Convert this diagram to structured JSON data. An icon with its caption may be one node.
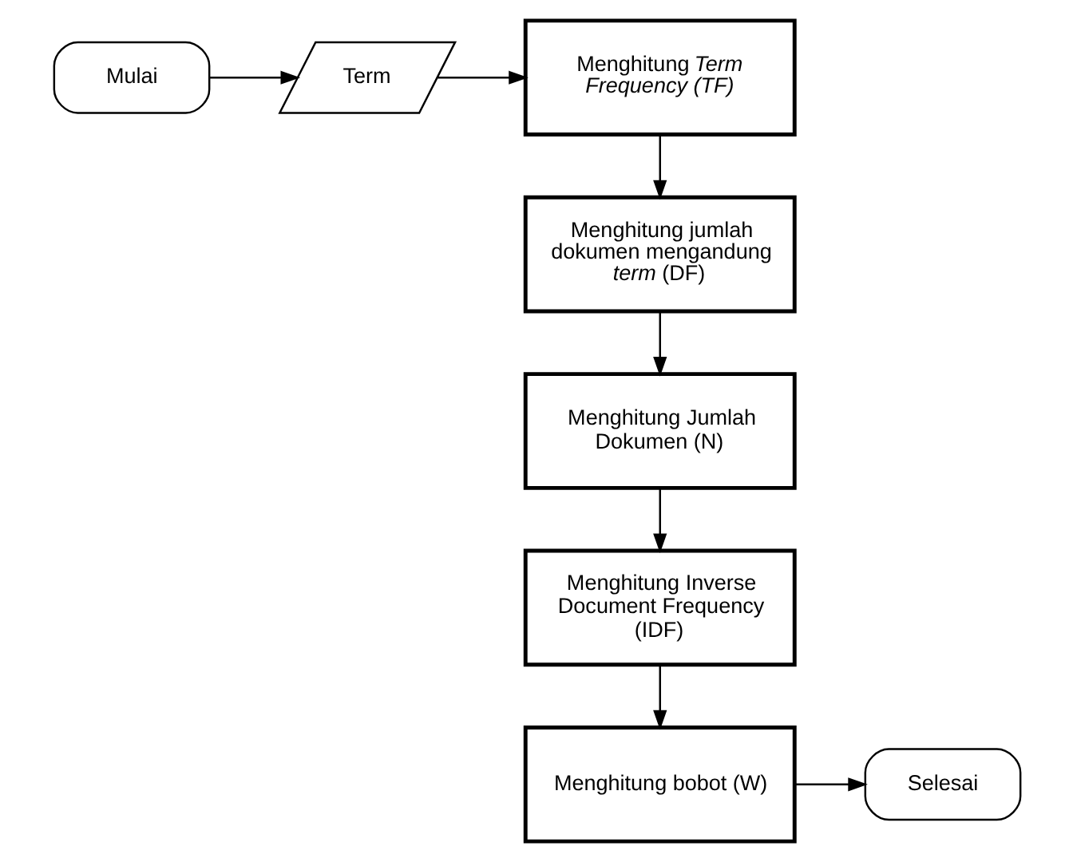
{
  "diagram": {
    "nodes": [
      {
        "text": [
          "Mulai"
        ]
      },
      {
        "text": [
          "Term"
        ]
      },
      {
        "text": [
          "Menghitung *Term Frequency (TF)*"
        ]
      },
      {
        "text": [
          "Menghitung jumlah dokumen mengandung *term* (DF)"
        ]
      },
      {
        "text": [
          "Menghitung Jumlah Dokumen (N)"
        ]
      },
      {
        "text": [
          "Menghitung Inverse Document Frequency (IDF)"
        ]
      },
      {
        "text": [
          "Menghitung bobot (W)"
        ]
      },
      {
        "text": [
          "Selesai"
        ]
      }
    ],
    "edges": [
      {
        "from": 0,
        "to": 1,
        "arrow": "to"
      },
      {
        "from": 1,
        "to": 2,
        "arrow": "to"
      },
      {
        "from": 2,
        "to": 3,
        "arrow": "to"
      },
      {
        "from": 3,
        "to": 4,
        "arrow": "to"
      },
      {
        "from": 4,
        "to": 5,
        "arrow": "to"
      },
      {
        "from": 5,
        "to": 6,
        "arrow": "to"
      },
      {
        "from": 6,
        "to": 7,
        "arrow": "to"
      }
    ]
  }
}
